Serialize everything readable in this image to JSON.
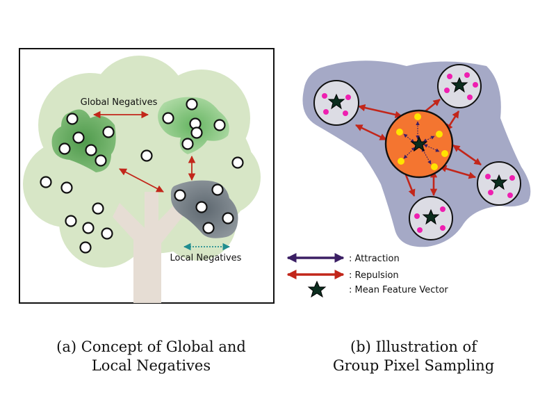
{
  "panel_a": {
    "label_global": "Global Negatives",
    "label_local": "Local Negatives",
    "caption_line1": "(a) Concept of Global and",
    "caption_line2": "Local Negatives"
  },
  "panel_b": {
    "caption_line1": "(b) Illustration of",
    "caption_line2": "Group Pixel Sampling"
  },
  "legend": {
    "attraction": ": Attraction",
    "repulsion": ": Repulsion",
    "mean_vector": ": Mean Feature Vector"
  },
  "colors": {
    "canopy": "#d7e6c6",
    "canopy_dark": "#cfe1bb",
    "cluster_green": "#6fb06a",
    "cluster_green_light": "#a4d49a",
    "cluster_gray": "#7b848c",
    "trunk": "#e6ddd4",
    "repulsion": "#c2261a",
    "attraction": "#3b1f64",
    "local_arrow": "#1f8d8f",
    "blob": "#a5a9c6",
    "center_orange": "#f47530",
    "yellow_point": "#ffe400",
    "magenta_point": "#ee1fb0",
    "group_circle": "#dcdce4"
  }
}
